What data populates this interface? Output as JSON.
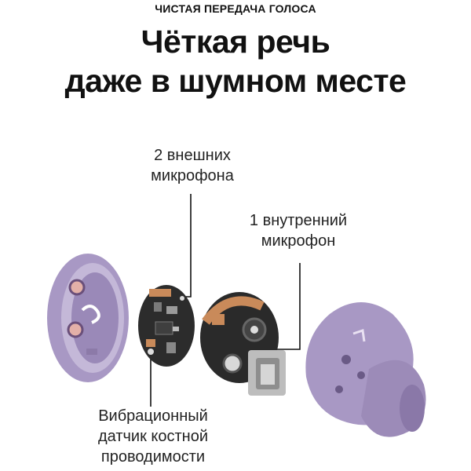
{
  "eyebrow": "ЧИСТАЯ ПЕРЕДАЧА ГОЛОСА",
  "headline": {
    "line1": "Чёткая речь",
    "line2": "даже в шумном месте"
  },
  "labels": {
    "outer_mics": {
      "line1": "2 внешних",
      "line2": "микрофона"
    },
    "inner_mic": {
      "line1": "1 внутренний",
      "line2": "микрофон"
    },
    "vibration_sensor": {
      "line1": "Вибрационный",
      "line2": "датчик костной",
      "line3": "проводимости"
    }
  },
  "colors": {
    "shell_purple": "#a898c4",
    "shell_dark": "#8a78a8",
    "pcb_dark": "#2c2c2c",
    "copper": "#c98a5a",
    "leader_line": "#111111"
  }
}
